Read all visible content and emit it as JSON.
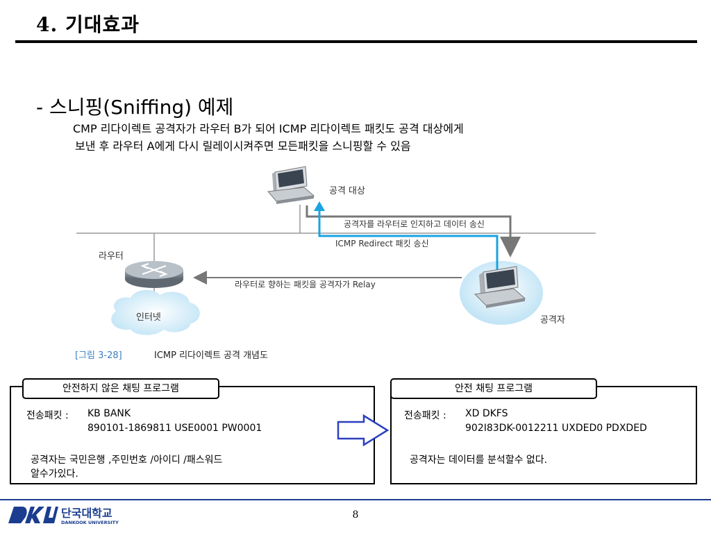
{
  "slide": {
    "title": "4. 기대효과",
    "heading": "- 스니핑(Sniffing) 예제",
    "desc_line1": "CMP 리다이렉트 공격자가 라우터 B가 되어  ICMP 리다이렉트 패킷도 공격 대상에게",
    "desc_line2": "보낸 후 라우터 A에게 다시 릴레이시켜주면 모든패킷을 스니핑할 수 있음"
  },
  "diagram": {
    "target_label": "공격 대상",
    "router_label": "라우터",
    "internet_label": "인터넷",
    "attacker_label": "공격자",
    "arrow_send_label": "공격자를 라우터로 인지하고 데이터 송신",
    "arrow_redirect_label": "ICMP Redirect 패킷 송신",
    "arrow_relay_label": "라우터로 향하는 패킷을 공격자가 Relay",
    "caption_num": "[그림 3-28]",
    "caption_text": "ICMP 리다이렉트 공격 개념도",
    "colors": {
      "redirect_arrow": "#1aa3e0",
      "data_arrow": "#777777",
      "caption_num": "#3a7fc1"
    }
  },
  "insecure": {
    "tab": "안전하지 않은 채팅 프로그램",
    "packet_label": "전송패킷 :",
    "packet_line1": "KB BANK",
    "packet_line2": "890101-1869811  USE0001 PW0001",
    "note_line1": "공격자는  국민은행 ,주민번호 /아이디 /패스워드",
    "note_line2": "알수가있다."
  },
  "secure": {
    "tab": "안전 채팅 프로그램",
    "packet_label": "전송패킷 :",
    "packet_line1": "XD DKFS",
    "packet_line2": "902I83DK-0012211  UXDED0 PDXDED",
    "note_line1": "공격자는 데이터를 분석할수 없다."
  },
  "footer": {
    "logo_text": "단국대학교",
    "logo_sub": "DANKOOK UNIVERSITY",
    "page_number": "8",
    "colors": {
      "logo": "#1a3d8f"
    }
  }
}
